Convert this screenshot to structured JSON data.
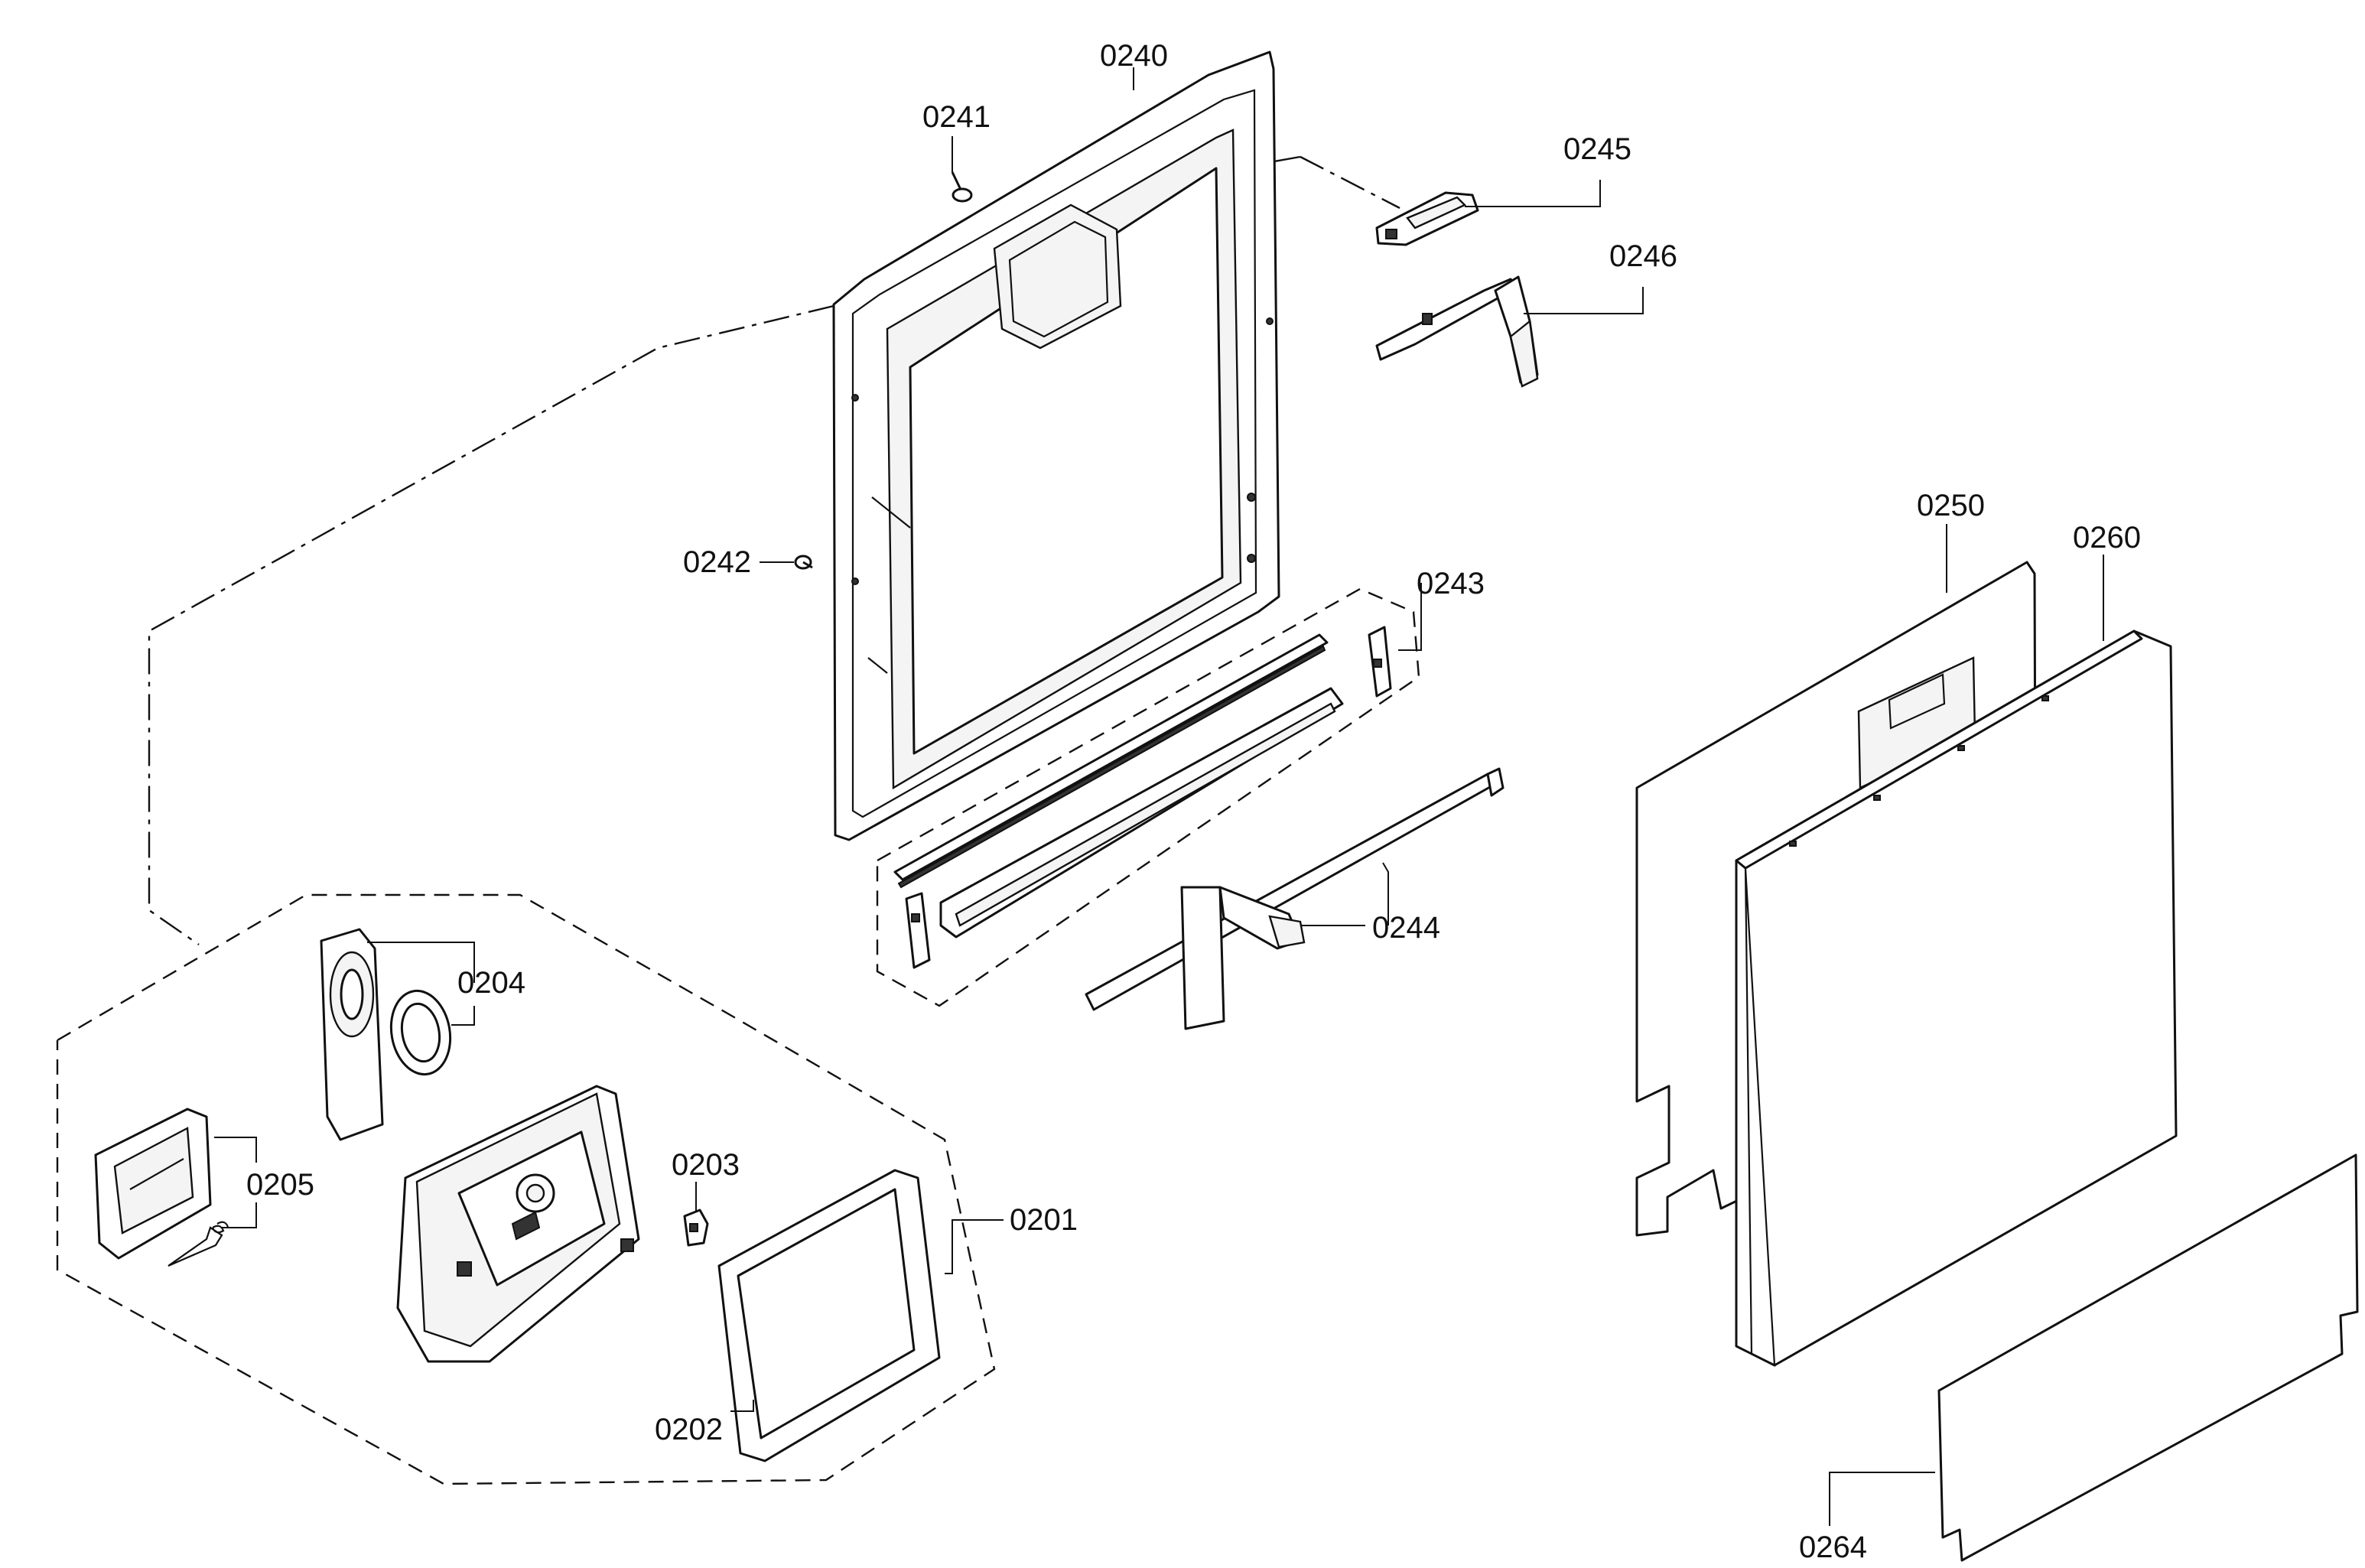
{
  "diagram": {
    "callouts": [
      {
        "id": "0240",
        "text": "0240"
      },
      {
        "id": "0241",
        "text": "0241"
      },
      {
        "id": "0242",
        "text": "0242"
      },
      {
        "id": "0243",
        "text": "0243"
      },
      {
        "id": "0244",
        "text": "0244"
      },
      {
        "id": "0245",
        "text": "0245"
      },
      {
        "id": "0246",
        "text": "0246"
      },
      {
        "id": "0250",
        "text": "0250"
      },
      {
        "id": "0260",
        "text": "0260"
      },
      {
        "id": "0264",
        "text": "0264"
      },
      {
        "id": "0201",
        "text": "0201"
      },
      {
        "id": "0202",
        "text": "0202"
      },
      {
        "id": "0203",
        "text": "0203"
      },
      {
        "id": "0204",
        "text": "0204"
      },
      {
        "id": "0205",
        "text": "0205"
      }
    ]
  }
}
